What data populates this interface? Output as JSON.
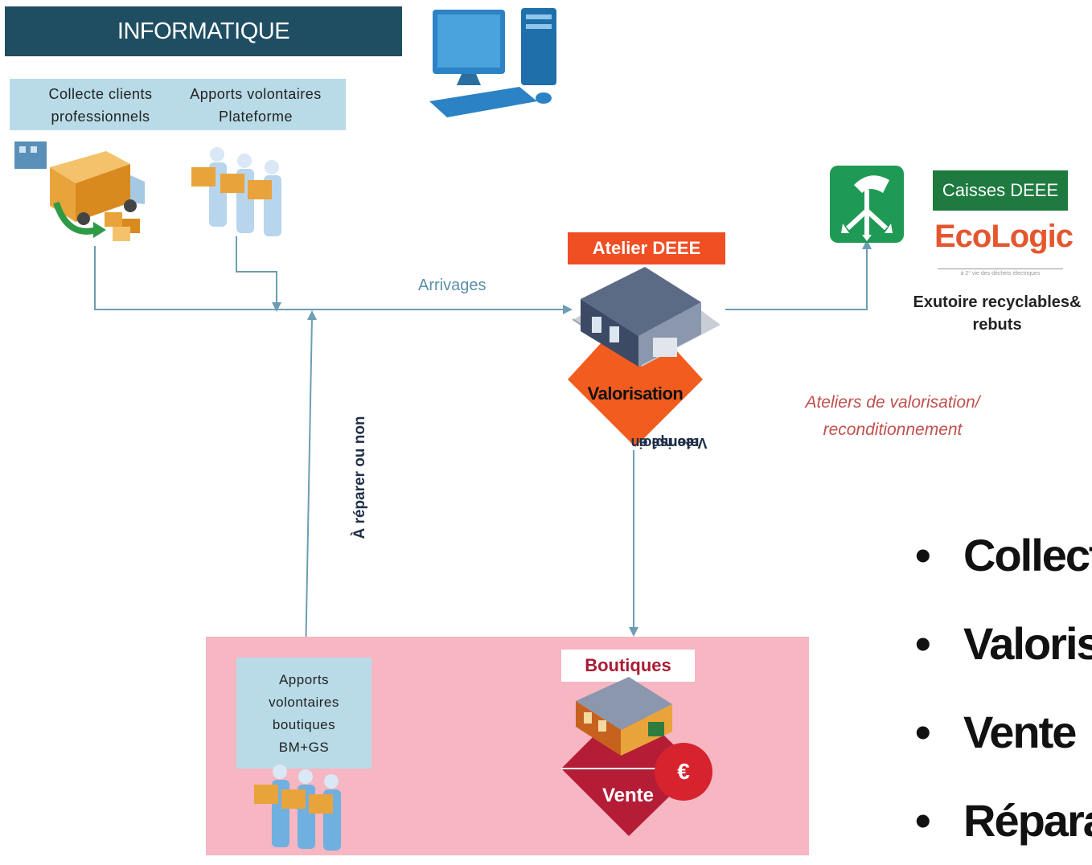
{
  "header": {
    "title": "INFORMATIQUE"
  },
  "sources": [
    {
      "line1": "Collecte clients",
      "line2": "professionnels"
    },
    {
      "line1": "Apports volontaires",
      "line2": "Plateforme"
    }
  ],
  "flow": {
    "arrivages": "Arrivages",
    "a_reparer": "À réparer ou non",
    "valorise_line1": "Valorisé en",
    "valorise_line2": "réemploi"
  },
  "atelier": {
    "label": "Atelier DEEE",
    "valorisation": "Valorisation"
  },
  "ateliers_note": {
    "line1": "Ateliers de valorisation/",
    "line2": "reconditionnement"
  },
  "exutoire": {
    "caisses": "Caisses DEEE",
    "brand": "EcoLogic",
    "tagline": "à 2° vie des déchets électriques",
    "line1": "Exutoire recyclables&",
    "line2": "rebuts"
  },
  "shop": {
    "apports": [
      "Apports",
      "volontaires",
      "boutiques",
      "BM+GS"
    ],
    "boutiques": "Boutiques",
    "euro": "€",
    "vente": "Vente"
  },
  "bullets": [
    "Collecte",
    "Valorisation",
    "Vente",
    "Réparation"
  ],
  "colors": {
    "header_bg": "#1f4e63",
    "source_bg": "#b9dbe8",
    "atelier_orange": "#f04e23",
    "diamond_orange": "#f25c1f",
    "vente_red": "#b51d36",
    "euro_red": "#d7232e",
    "pink_zone": "#f6b6c2",
    "caisses_green": "#1e7a3e",
    "arrow_blue": "#6d9db3"
  }
}
